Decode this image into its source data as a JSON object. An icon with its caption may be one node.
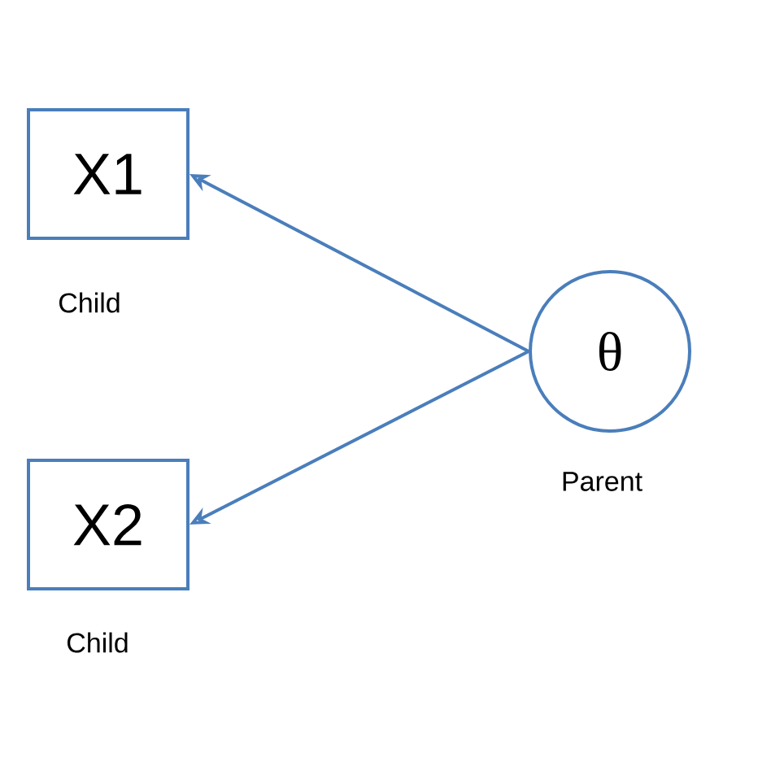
{
  "diagram": {
    "nodes": [
      {
        "text": [
          "X1"
        ],
        "beside": [
          "Child"
        ]
      },
      {
        "text": [
          "X2"
        ],
        "beside": [
          "Child"
        ]
      },
      {
        "text": [
          "θ"
        ],
        "beside": [
          "Parent"
        ]
      }
    ],
    "edges": [
      {
        "from": 2,
        "to": 0,
        "arrow": "to"
      },
      {
        "from": 2,
        "to": 1,
        "arrow": "to"
      }
    ]
  }
}
